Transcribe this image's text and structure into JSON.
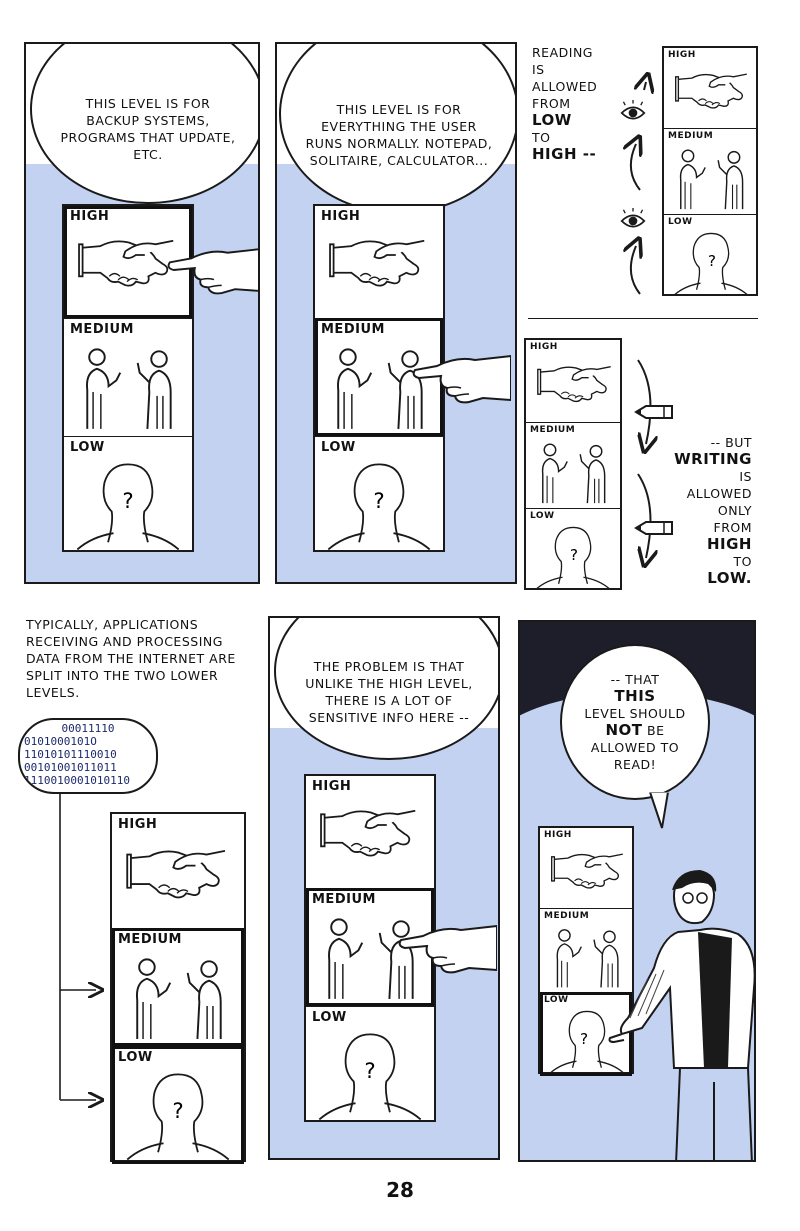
{
  "panels": {
    "p1": {
      "bubble": "THIS LEVEL IS FOR BACKUP SYSTEMS, PROGRAMS THAT UPDATE, ETC."
    },
    "p2": {
      "bubble": "THIS LEVEL IS FOR EVERYTHING THE USER RUNS NORMALLY. NOTEPAD, SOLITAIRE, CALCULATOR..."
    },
    "p3": {
      "caption_lines": [
        "READING",
        "IS",
        "ALLOWED",
        "FROM"
      ],
      "low": "LOW",
      "to": "TO",
      "high": "HIGH --"
    },
    "p4": {
      "but": "-- BUT",
      "writing": "WRITING",
      "lines": [
        "IS",
        "ALLOWED",
        "ONLY",
        "FROM"
      ],
      "high": "HIGH",
      "to": "TO",
      "low": "LOW."
    },
    "p5": {
      "caption": "TYPICALLY, APPLICATIONS RECEIVING AND PROCESSING DATA FROM THE INTERNET ARE SPLIT INTO THE TWO LOWER LEVELS.",
      "binary": [
        "00011110",
        "0101000101O",
        "11010101110010",
        "00101001011011",
        "1110010001010110"
      ]
    },
    "p6": {
      "bubble": "THE PROBLEM IS THAT UNLIKE THE HIGH LEVEL, THERE IS A LOT OF SENSITIVE INFO HERE --"
    },
    "p7": {
      "line1": "-- THAT",
      "this": "THIS",
      "line3": "LEVEL SHOULD",
      "not": "NOT",
      "be": "BE",
      "line5": "ALLOWED TO",
      "line6": "READ!"
    }
  },
  "levels": {
    "high": "HIGH",
    "medium": "MEDIUM",
    "low": "LOW",
    "unknown": "?"
  },
  "page_number": "28",
  "colors": {
    "sky": "#c4d2f2",
    "ink": "#1a1a1a",
    "dark": "#1e1e2a"
  }
}
